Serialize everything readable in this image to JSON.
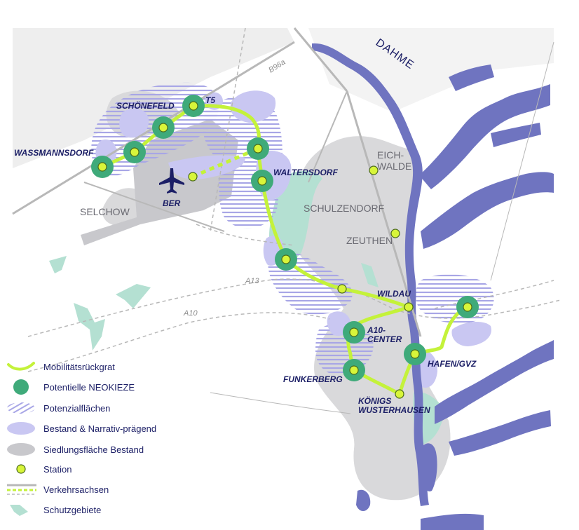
{
  "colors": {
    "background": "#ffffff",
    "basemap": "#eeeeee",
    "airport": "#c8c8cc",
    "settlement": "#d9d9db",
    "narrative": "#c9c7f2",
    "hatch": "#a8a6e6",
    "water": "#6f74c0",
    "protected": "#b4e0d2",
    "backbone": "#c4f23a",
    "neokiez": "#3faa7a",
    "station": "#d8f53a",
    "text": "#1c1f66"
  },
  "labels": {
    "river": "DAHME",
    "road_b96a": "B96a",
    "road_a13": "A13",
    "road_a10": "A10",
    "airport": "BER"
  },
  "station_labels": {
    "schoenefeld": "SCHÖNEFELD",
    "t5": "T5",
    "wassmannsdorf": "WASSMANNSDORF",
    "waltersdorf": "WALTERSDORF",
    "wildau": "WILDAU",
    "a10_line1": "A10-",
    "a10_line2": "CENTER",
    "funkerberg": "FUNKERBERG",
    "hafen": "HAFEN/GVZ",
    "koenigs_line1": "KÖNIGS",
    "koenigs_line2": "WUSTERHAUSEN"
  },
  "place_labels": {
    "selchow": "SELCHOW",
    "schulzendorf": "SCHULZENDORF",
    "eichwalde_line1": "EICH-",
    "eichwalde_line2": "WALDE",
    "zeuthen": "ZEUTHEN"
  },
  "legend": [
    {
      "symbol": "backbone",
      "label": "Mobilitätsrückgrat"
    },
    {
      "symbol": "neokiez",
      "label": "Potentielle NEOKIEZE"
    },
    {
      "symbol": "hatch",
      "label": "Potenzialflächen"
    },
    {
      "symbol": "narrative",
      "label": "Bestand & Narrativ-prägend"
    },
    {
      "symbol": "settlement",
      "label": "Siedlungsfläche Bestand"
    },
    {
      "symbol": "station",
      "label": "Station"
    },
    {
      "symbol": "axes",
      "label": "Verkehrsachsen"
    },
    {
      "symbol": "protected",
      "label": "Schutzgebiete"
    }
  ]
}
